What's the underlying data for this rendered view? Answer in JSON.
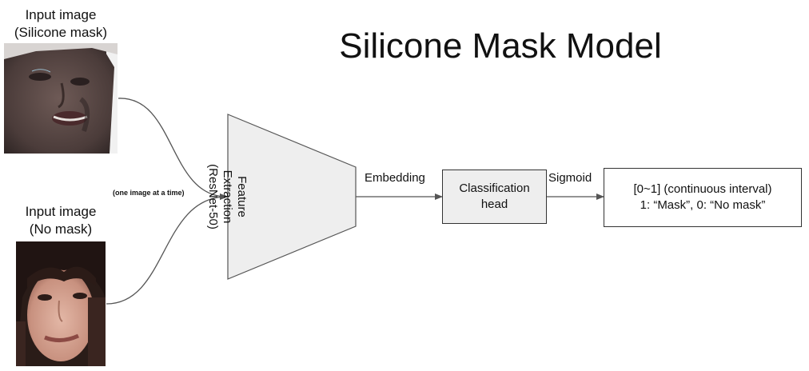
{
  "title": "Silicone Mask Model",
  "input_mask": {
    "line1": "Input image",
    "line2": "(Silicone mask)"
  },
  "input_nomask": {
    "line1": "Input image",
    "line2": "(No mask)"
  },
  "note": "(one image at a time)",
  "feature": {
    "line1": "Feature",
    "line2": "Extraction",
    "line3": "(ResNet-50)"
  },
  "edge_embedding": "Embedding",
  "classification": {
    "line1": "Classification",
    "line2": "head"
  },
  "edge_sigmoid": "Sigmoid",
  "output": {
    "line1": "[0~1] (continuous interval)",
    "line2": "1: “Mask”, 0: “No mask”"
  }
}
